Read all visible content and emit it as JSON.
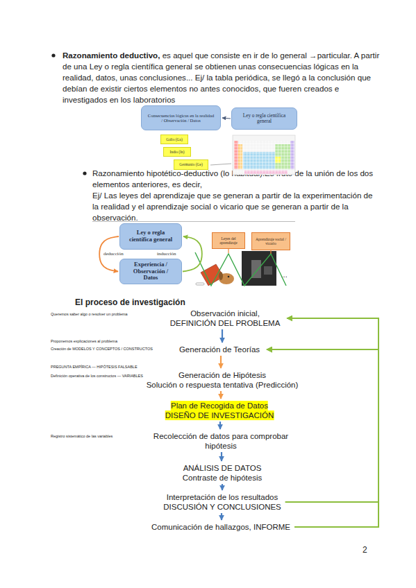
{
  "diagram": {
    "title": "El proceso de investigación",
    "nodes": [
      {
        "text": [
          "Consecuencias lógicas en la realidad / Observación / Datos"
        ]
      },
      {
        "text": [
          "Ley o regla científica general"
        ]
      },
      {
        "text": [
          "Galio (Ga)"
        ]
      },
      {
        "text": [
          "Indio (In)"
        ]
      },
      {
        "text": [
          "Germanio (Ge)"
        ]
      },
      {
        "text": [
          "Ley o regla científica general"
        ]
      },
      {
        "text": [
          "Experiencia / Observación / Datos"
        ]
      },
      {
        "text": [
          "Leyes del aprendizaje"
        ]
      },
      {
        "text": [
          "Aprendizaje social / vicario"
        ]
      },
      {
        "text": [
          "Observación inicial,",
          "DEFINICIÓN DEL PROBLEMA"
        ]
      },
      {
        "text": [
          "Generación de Teorías"
        ]
      },
      {
        "text": [
          "Generación de Hipótesis",
          "Solución o respuesta tentativa (Predicción)"
        ]
      },
      {
        "text": [
          "Plan de Recogida de Datos",
          "DISEÑO DE INVESTIGACIÓN"
        ]
      },
      {
        "text": [
          "Recolección de datos para comprobar hipótesis"
        ]
      },
      {
        "text": [
          "ANÁLISIS DE DATOS",
          "Contraste de hipótesis"
        ]
      },
      {
        "text": [
          "Interpretación de los resultados",
          "DISCUSIÓN Y CONCLUSIONES"
        ]
      },
      {
        "text": [
          "Comunicación de hallazgos, INFORME"
        ]
      }
    ],
    "edges": [
      {
        "from": 1,
        "to": 0,
        "arrow": "to"
      },
      {
        "from": 5,
        "to": 6,
        "label": "deducción",
        "arrow": "to"
      },
      {
        "from": 6,
        "to": 5,
        "label": "inducción",
        "arrow": "to"
      },
      {
        "from": 9,
        "to": 10,
        "arrow": "to"
      },
      {
        "from": 10,
        "to": 11,
        "arrow": "to"
      },
      {
        "from": 11,
        "to": 12,
        "arrow": "to"
      },
      {
        "from": 12,
        "to": 13,
        "arrow": "to"
      },
      {
        "from": 13,
        "to": 14,
        "arrow": "to"
      },
      {
        "from": 14,
        "to": 15,
        "arrow": "to"
      },
      {
        "from": 15,
        "to": 16,
        "arrow": "to"
      },
      {
        "from": 15,
        "to": 9,
        "arrow": "to"
      },
      {
        "from": 15,
        "to": 10,
        "arrow": "to"
      },
      {
        "from": 16,
        "to": 9,
        "arrow": "to"
      },
      {
        "from": 16,
        "to": 10,
        "arrow": "to"
      }
    ],
    "labels": [
      "Razonamiento deductivo,",
      "es aquel que consiste en ir de lo general →particular. A partir de una Ley o regla científica general se obtienen unas consecuencias lógicas en la realidad, datos, unas conclusiones... Ej/ la tabla periódica, se llegó a la conclusión que debían de existir ciertos elementos no antes conocidos, que fueren creados e investigados en los laboratorios",
      "Razonamiento hipotético-deductivo (lo habitual).Es fruto de la unión de los dos elementos anteriores, es decir,",
      "Ej/ Las leyes del aprendizaje que se generan a partir de la experimentación de la realidad y el aprendizaje social o vicario que se generan a partir de la observación.",
      "…",
      "Queremos saber algo o resolver un problema",
      "Proponemos explicaciones al problema",
      "Creación de MODELOS Y CONCEPTOS / CONSTRUCTOS",
      "PREGUNTA EMPÍRICA — HIPÓTESIS FALSABLE",
      "Definición operativa de los constructos — VARIABLES",
      "Registro sistemático de las variables",
      "2"
    ]
  }
}
